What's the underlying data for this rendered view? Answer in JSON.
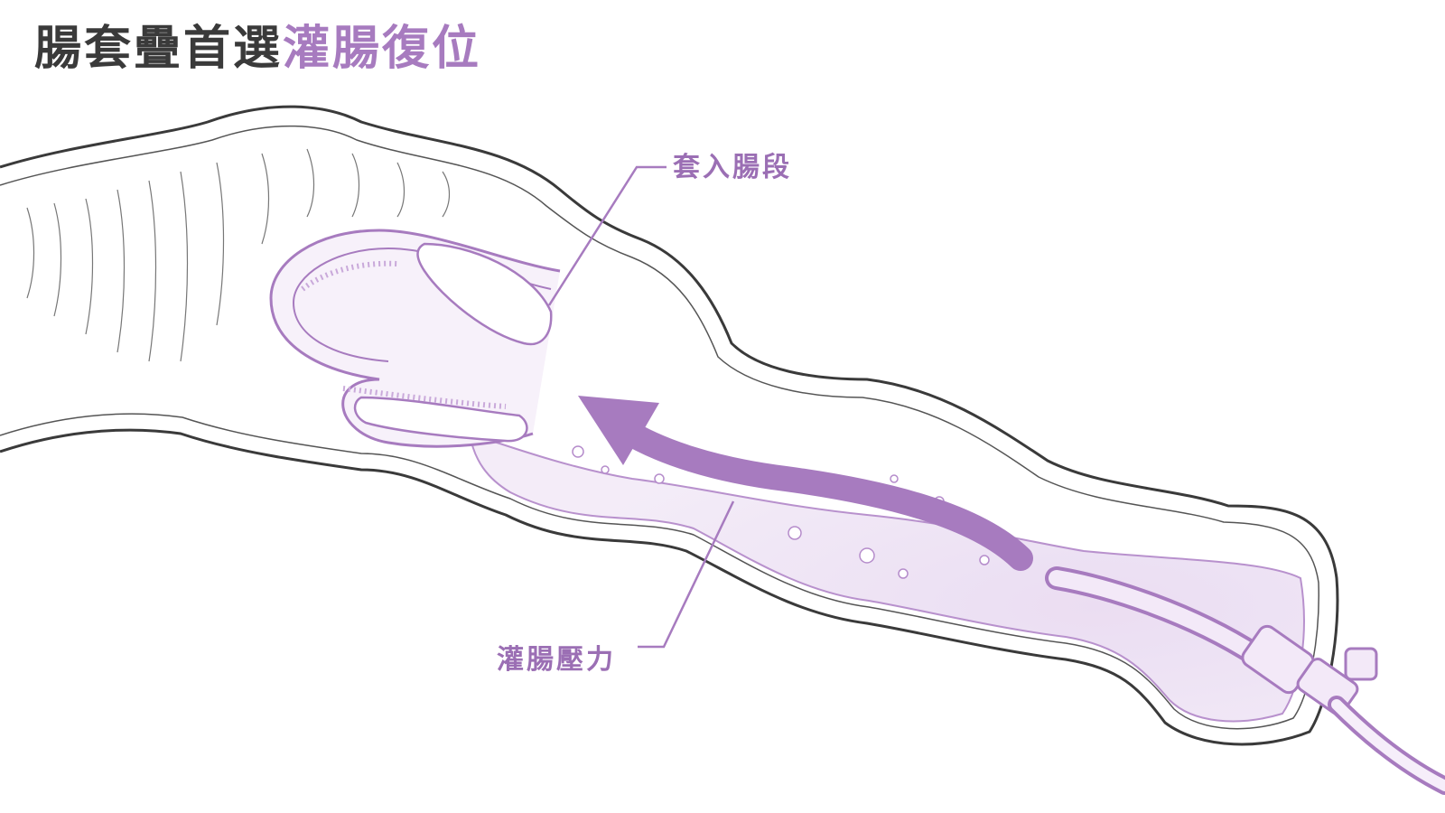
{
  "title": {
    "main": "腸套疊首選",
    "accent": "灌腸復位"
  },
  "labels": {
    "intussusceptum": "套入腸段",
    "enema_pressure": "灌腸壓力"
  },
  "colors": {
    "accent": "#a77bbf",
    "accent_dark": "#9b6fb4",
    "fluid": "#e9dcf1",
    "outline": "#3a3a3a",
    "title_dark": "#3a3a3a"
  },
  "icons": {
    "flow_arrow": "curved-arrow-icon",
    "catheter": "catheter-icon"
  }
}
